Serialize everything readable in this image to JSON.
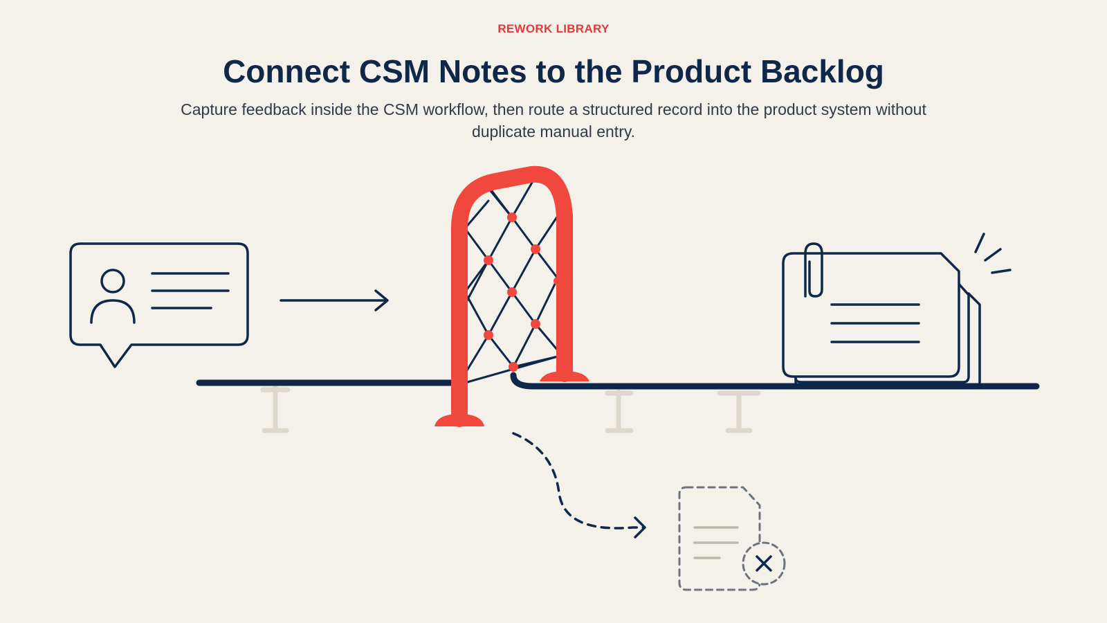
{
  "header": {
    "eyebrow": "REWORK LIBRARY",
    "title": "Connect CSM Notes to the Product Backlog",
    "subtitle": "Capture feedback inside the CSM workflow, then route a structured record into the product system without duplicate manual entry."
  },
  "diagram": {
    "icons": [
      "csm-note-speech-bubble-icon",
      "forward-arrow-icon",
      "filter-gate-icon",
      "backlog-record-stack-icon",
      "dashed-reject-path-icon",
      "discarded-document-icon",
      "close-x-icon"
    ]
  },
  "colors": {
    "background": "#F4F1EA",
    "navy": "#0F2748",
    "accent": "#F0483E",
    "eyebrow": "#E03C3C",
    "muted": "#BDB8AA",
    "faded": "#DDD8CB"
  }
}
